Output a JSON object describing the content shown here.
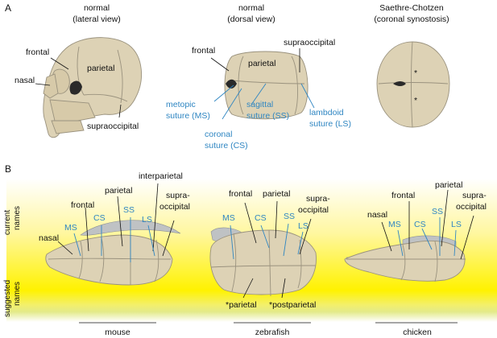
{
  "panel_a": {
    "letter": "A",
    "titles": {
      "lateral_line1": "normal",
      "lateral_line2": "(lateral view)",
      "dorsal_line1": "normal",
      "dorsal_line2": "(dorsal view)",
      "syn_line1": "Saethre-Chotzen",
      "syn_line2": "(coronal synostosis)"
    },
    "lateral_labels": {
      "frontal": "frontal",
      "parietal": "parietal",
      "nasal": "nasal",
      "supraoccipital": "supraoccipital"
    },
    "dorsal_labels": {
      "frontal": "frontal",
      "parietal": "parietal",
      "supraoccipital": "supraoccipital",
      "metopic_1": "metopic",
      "metopic_2": "suture (MS)",
      "sagittal_1": "sagittal",
      "sagittal_2": "suture (SS)",
      "lambdoid_1": "lambdoid",
      "lambdoid_2": "suture (LS)",
      "coronal_1": "coronal",
      "coronal_2": "suture (CS)"
    },
    "syn_marks": {
      "star_top": "*",
      "star_bottom": "*"
    }
  },
  "panel_b": {
    "letter": "B",
    "side_labels": {
      "current_1": "current",
      "current_2": "names",
      "suggested_1": "suggested",
      "suggested_2": "names"
    },
    "colors": {
      "yellow": "#fff200",
      "green": "#e3ea8a",
      "blue_text": "#2f86c2",
      "bone": "#ddd2b5"
    },
    "mouse": {
      "nasal": "nasal",
      "frontal": "frontal",
      "parietal": "parietal",
      "interparietal": "interparietal",
      "supra_1": "supra-",
      "supra_2": "occipital",
      "ms": "MS",
      "cs": "CS",
      "ss": "SS",
      "ls": "LS",
      "caption": "mouse"
    },
    "zebrafish": {
      "frontal": "frontal",
      "parietal": "parietal",
      "supra_1": "supra-",
      "supra_2": "occipital",
      "ms": "MS",
      "cs": "CS",
      "ss": "SS",
      "ls": "LS",
      "star_parietal": "*parietal",
      "star_postparietal": "*postparietal",
      "caption": "zebrafish"
    },
    "chicken": {
      "nasal": "nasal",
      "frontal": "frontal",
      "parietal": "parietal",
      "supra_1": "supra-",
      "supra_2": "occipital",
      "ms": "MS",
      "cs": "CS",
      "ss": "SS",
      "ls": "LS",
      "caption": "chicken"
    }
  }
}
